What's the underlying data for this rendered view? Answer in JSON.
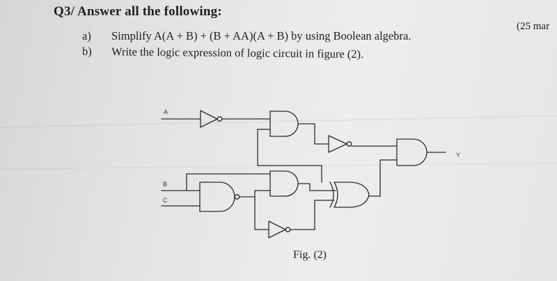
{
  "question": {
    "heading": "Q3/ Answer all the following:",
    "marks": "(25 mar",
    "parts": [
      {
        "letter": "a)",
        "text": "Simplify A(A + B) + (B + AA)(A + B) by using Boolean algebra."
      },
      {
        "letter": "b)",
        "text": "Write the logic expression of logic circuit in figure (2)."
      }
    ]
  },
  "figure": {
    "caption": "Fig. (2)",
    "input_labels": {
      "a": "A",
      "b": "B",
      "c": "C"
    },
    "output_label": "Y",
    "gates": [
      {
        "id": "inv-a",
        "type": "NOT"
      },
      {
        "id": "and-top",
        "type": "AND"
      },
      {
        "id": "inv-mid",
        "type": "NOT"
      },
      {
        "id": "and-out",
        "type": "AND"
      },
      {
        "id": "nand-bc",
        "type": "NAND"
      },
      {
        "id": "and-mid",
        "type": "AND"
      },
      {
        "id": "xor",
        "type": "XOR"
      },
      {
        "id": "inv-bottom",
        "type": "NOT"
      }
    ]
  },
  "colors": {
    "paper": "#e6e6e4",
    "ink": "#1f1f1f"
  }
}
